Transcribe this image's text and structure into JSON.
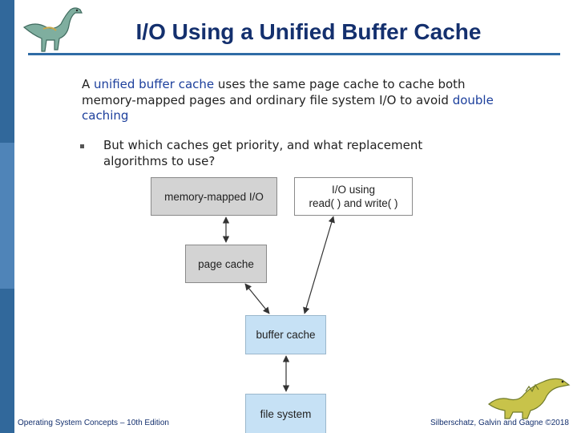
{
  "slide": {
    "title": "I/O Using a Unified Buffer Cache",
    "para": {
      "p1": "A ",
      "h1": "unified buffer cache",
      "p2": " uses the same page cache to cache both memory-mapped pages and ordinary file system I/O to avoid ",
      "h2": "double caching"
    },
    "bullet": "But which caches get priority, and what replacement algorithms to use?"
  },
  "diagram": {
    "mmio": "memory-mapped I/O",
    "io_line1": "I/O using",
    "io_line2": "read( ) and write( )",
    "page_cache": "page cache",
    "buffer_cache": "buffer cache",
    "file_system": "file system"
  },
  "footer": {
    "left": "Operating System Concepts – 10th Edition",
    "right": "Silberschatz, Galvin and Gagne ©2018"
  },
  "colors": {
    "sidebar": "#31689b",
    "sidebar_mid": "#4f84b8",
    "title": "#14306e",
    "highlight": "#1c3f9c",
    "box_gray": "#d3d3d3",
    "box_blue": "#c6e1f5"
  }
}
